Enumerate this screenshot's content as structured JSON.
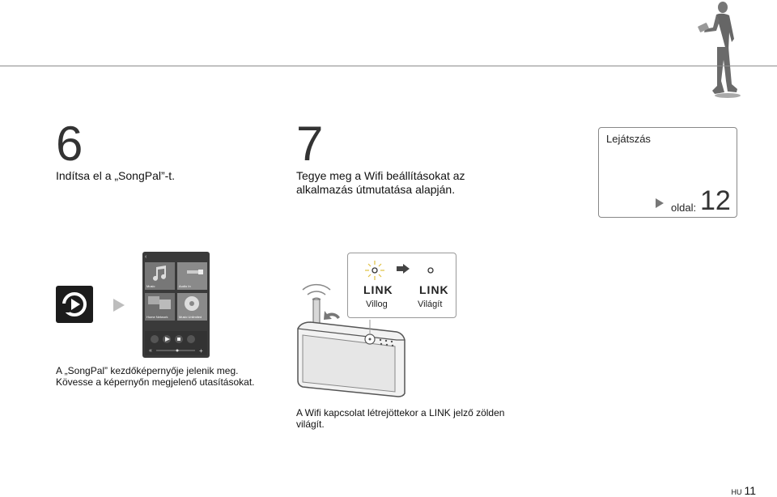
{
  "step6": {
    "number": "6",
    "text": "Indítsa el a „SongPal”-t.",
    "caption_line1": "A „SongPal” kezdőképernyője jelenik meg.",
    "caption_line2": "Kövesse a képernyőn megjelenő utasításokat."
  },
  "step7": {
    "number": "7",
    "text_line1": "Tegye meg a Wifi beállításokat az",
    "text_line2": "alkalmazás útmutatása alapján.",
    "caption_line1": "A Wifi kapcsolat létrejöttekor a LINK jelző zölden",
    "caption_line2": "világít."
  },
  "reference": {
    "title": "Lejátszás",
    "label": "oldal:",
    "page": "12"
  },
  "indicator": {
    "before_label": "LINK",
    "before_state": "Villog",
    "after_label": "LINK",
    "after_state": "Világít"
  },
  "app_screen": {
    "tiles": [
      "Music",
      "Audio In",
      "Home Network",
      "Music Unlimited"
    ]
  },
  "footer": {
    "lang": "HU",
    "page": "11"
  }
}
